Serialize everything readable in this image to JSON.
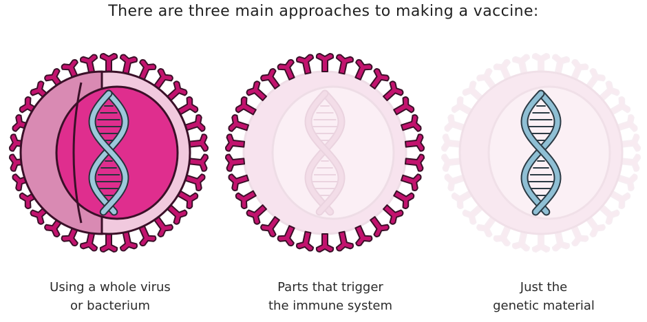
{
  "title": "There are three main approaches to making a vaccine:",
  "panels": [
    {
      "caption_line1": "Using a whole virus",
      "caption_line2": "or bacterium",
      "style": "whole",
      "colors": {
        "spike": "#c2136e",
        "spike_outline": "#3a1028",
        "capsid": "#d98ab3",
        "core": "#df2e8e",
        "helix": "#9cc8da"
      }
    },
    {
      "caption_line1": "Parts that trigger",
      "caption_line2": "the immune system",
      "style": "parts",
      "colors": {
        "spike": "#c2136e",
        "spike_outline": "#3a1028",
        "faded": "#f7e3ee",
        "faded_outline": "#eedde6"
      }
    },
    {
      "caption_line1": "Just the",
      "caption_line2": "genetic material",
      "style": "genetic",
      "colors": {
        "faded": "#f8e8f0",
        "faded_outline": "#f0e0e8",
        "helix": "#8fbfd4",
        "helix_outline": "#2b3a44"
      }
    }
  ]
}
